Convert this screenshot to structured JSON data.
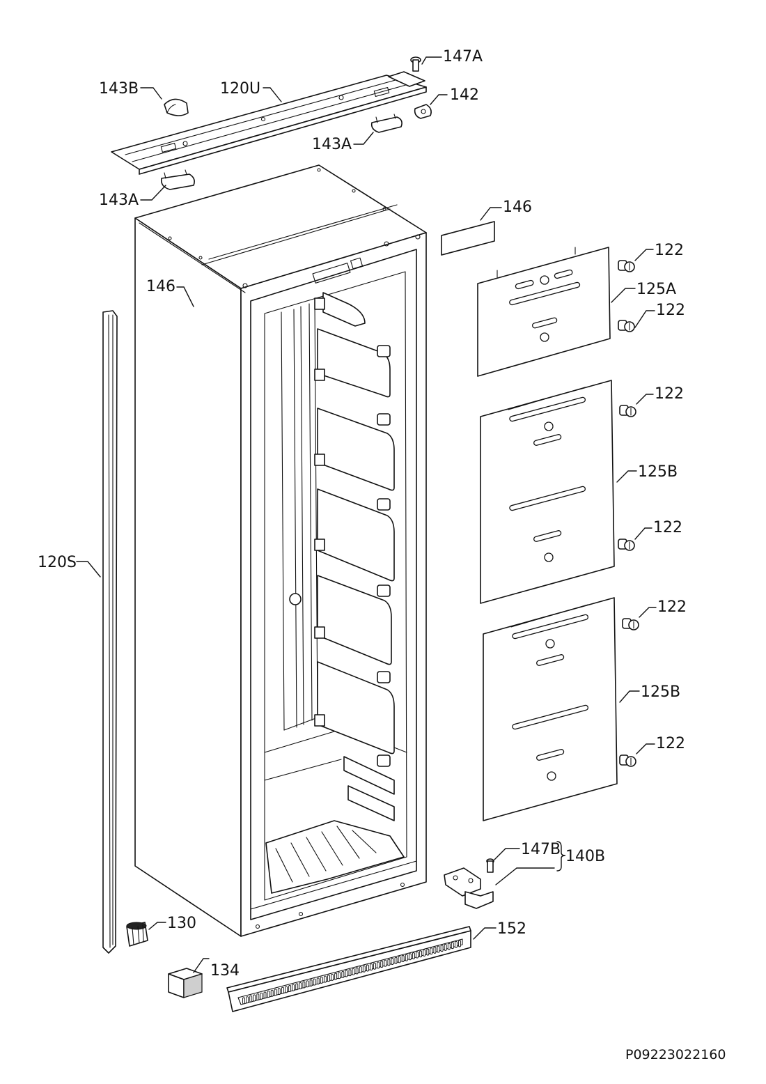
{
  "diagram": {
    "document_id": "P09223022160",
    "callouts": {
      "c147A": "147A",
      "c143B": "143B",
      "c120U": "120U",
      "c142": "142",
      "c143A_right": "143A",
      "c143A_left": "143A",
      "c146_right": "146",
      "c146_left": "146",
      "c122_1": "122",
      "c125A": "125A",
      "c122_2": "122",
      "c122_3": "122",
      "c125B_1": "125B",
      "c122_4": "122",
      "c120S": "120S",
      "c122_5": "122",
      "c125B_2": "125B",
      "c122_6": "122",
      "c147B": "147B",
      "c140B": "140B",
      "c130": "130",
      "c152": "152",
      "c134": "134"
    }
  }
}
